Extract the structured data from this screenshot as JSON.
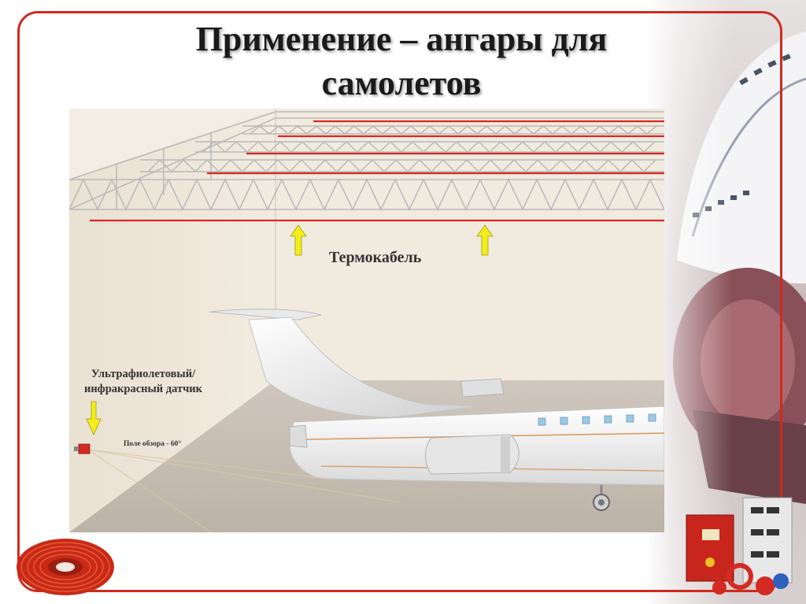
{
  "slide": {
    "title": "Применение – ангары для самолетов"
  },
  "diagram": {
    "cable_label": "Термокабель",
    "sensor_label": "Ультрафиолетовый/ инфракрасный датчик",
    "fov_label": "Поле обзора - 60°",
    "cable_color": "#d42a22",
    "arrow_color": "#f2ee1c",
    "frame_color": "#cf2a1e"
  }
}
